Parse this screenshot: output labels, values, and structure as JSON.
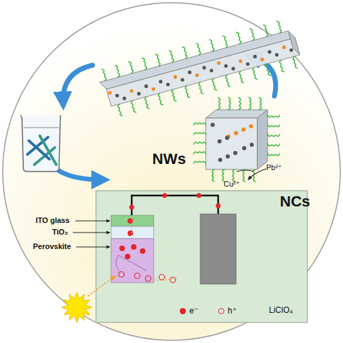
{
  "diagram": {
    "labels": [
      "NWs",
      "NCs",
      "Cu²⁺",
      "Pb²⁺",
      "ITO glass",
      "TiO₂",
      "Perovskite",
      "LiClO₄"
    ],
    "legend": [
      {
        "text": "e⁻",
        "color": "#e3262b"
      },
      {
        "text": "h⁺"
      }
    ]
  }
}
